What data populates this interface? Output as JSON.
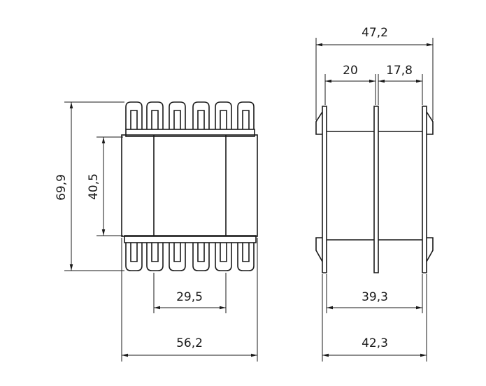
{
  "dimensions": {
    "front_height_overall": "69,9",
    "front_height_inner": "40,5",
    "front_width_core": "29,5",
    "front_width_overall": "56,2",
    "side_width_overall_top": "47,2",
    "side_left_segment": "20",
    "side_right_segment": "17,8",
    "side_width_inner": "39,3",
    "side_width_overall_bottom": "42,3"
  },
  "colors": {
    "line": "#1a1a1a",
    "background": "#ffffff"
  }
}
